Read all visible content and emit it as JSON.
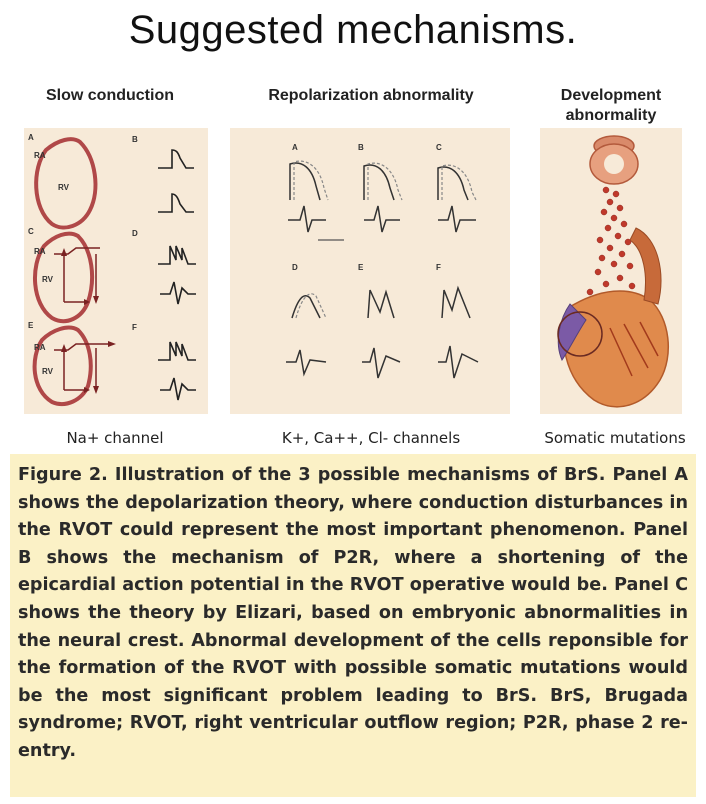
{
  "figure": {
    "title": "Suggested mechanisms.",
    "columns": [
      {
        "heading": "Slow conduction",
        "footer": "Na+ channel",
        "panel_letters": [
          "A",
          "B",
          "C",
          "D",
          "E",
          "F"
        ]
      },
      {
        "heading": "Repolarization abnormality",
        "footer": "K+, Ca++, Cl- channels",
        "panel_letters": [
          "A",
          "B",
          "C",
          "D",
          "E",
          "F"
        ]
      },
      {
        "heading": "Development abnormality",
        "footer": "Somatic mutations"
      }
    ],
    "heart_labels": {
      "ra": "RA",
      "rv": "RV"
    }
  },
  "caption": "Figure 2. Illustration of the 3 possible mechanisms of BrS. Panel A shows the depolarization theory, where conduction disturbances in the RVOT could represent the most important phenomenon. Panel B shows the mechanism of P2R, where a shortening of the epicardial action potential in the RVOT operative would be. Panel C shows the theory by Elizari, based on embryonic abnormalities in the neural crest. Abnormal development of the cells reponsible for the formation of the RVOT with possible somatic mutations would be the most significant problem leading to BrS. BrS, Brugada syndrome; RVOT, right ventricular outflow region; P2R, phase 2 re-entry."
}
